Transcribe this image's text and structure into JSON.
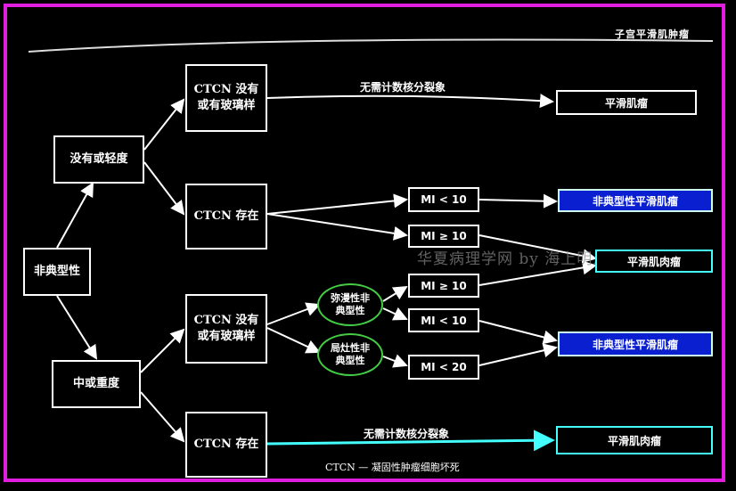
{
  "header": {
    "title": "子宫平滑肌肿瘤"
  },
  "nodes": {
    "atypia": "非典型性",
    "none_mild": "没有或轻度",
    "mod_sev": "中或重度",
    "ctcn_none_1": "CTCN 没有\n或有玻璃样",
    "ctcn_present_1": "CTCN 存在",
    "ctcn_none_2": "CTCN 没有\n或有玻璃样",
    "ctcn_present_2": "CTCN 存在",
    "diffuse": "弥漫性非\n典型性",
    "focal": "局灶性非\n典型性"
  },
  "mi": {
    "a": "MI < 10",
    "b": "MI ≥ 10",
    "c": "MI ≥ 10",
    "d": "MI < 10",
    "e": "MI < 20"
  },
  "results": {
    "r1": "平滑肌瘤",
    "r2": "非典型性平滑肌瘤",
    "r3": "平滑肌肉瘤",
    "r4": "非典型性平滑肌瘤",
    "r5": "平滑肌肉瘤"
  },
  "labels": {
    "top": "无需计数核分裂象",
    "bottom": "无需计数核分裂象"
  },
  "footnote": "CTCN — 凝固性肿瘤细胞坏死",
  "watermark": "华夏病理学网 by 海上明月",
  "colors": {
    "frame": "#e01ee0",
    "blue": "#0a1fd0",
    "cyan": "#44ffff",
    "green": "#44cc44"
  }
}
